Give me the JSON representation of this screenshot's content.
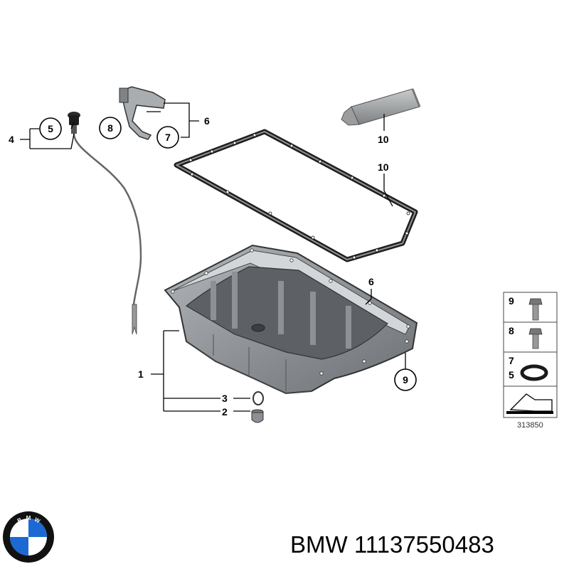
{
  "callouts": {
    "c1": "1",
    "c2": "2",
    "c3": "3",
    "c4": "4",
    "c5": "5",
    "c6a": "6",
    "c6b": "6",
    "c7": "7",
    "c8": "8",
    "c9": "9",
    "c10a": "10",
    "c10b": "10"
  },
  "legend": {
    "r1": "9",
    "r2": "8",
    "r3a": "7",
    "r3b": "5"
  },
  "reference_number": "313850",
  "brand_logo": {
    "letters": "BMW",
    "colors": {
      "blue": "#1c69d4",
      "ring": "#111111"
    }
  },
  "caption": "BMW 11137550483",
  "colors": {
    "line": "#000000",
    "pan": "#8e9296",
    "pan_dark": "#55595d",
    "gasket": "#1e1e1e"
  }
}
